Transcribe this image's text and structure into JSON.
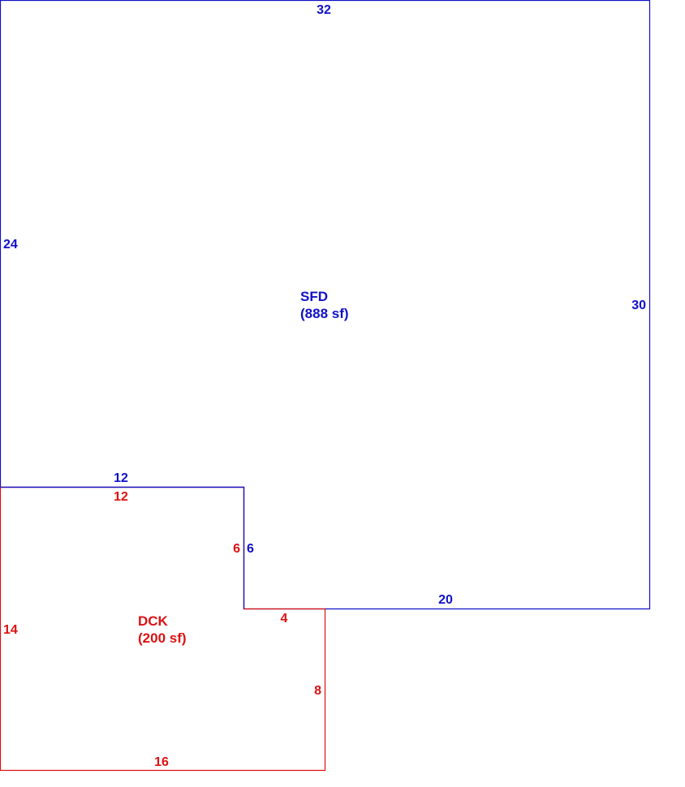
{
  "colors": {
    "sfd": "#1010c8",
    "dck": "#dd1111"
  },
  "sfd": {
    "name": "SFD",
    "area": "(888 sf)",
    "dims": {
      "top": "32",
      "left": "24",
      "right": "30",
      "bottom": "20",
      "inner_vertical": "6",
      "inner_horizontal": "12"
    }
  },
  "dck": {
    "name": "DCK",
    "area": "(200 sf)",
    "dims": {
      "top": "12",
      "left": "14",
      "bottom": "16",
      "right": "8",
      "inner_vertical": "6",
      "inner_horizontal": "4"
    }
  }
}
